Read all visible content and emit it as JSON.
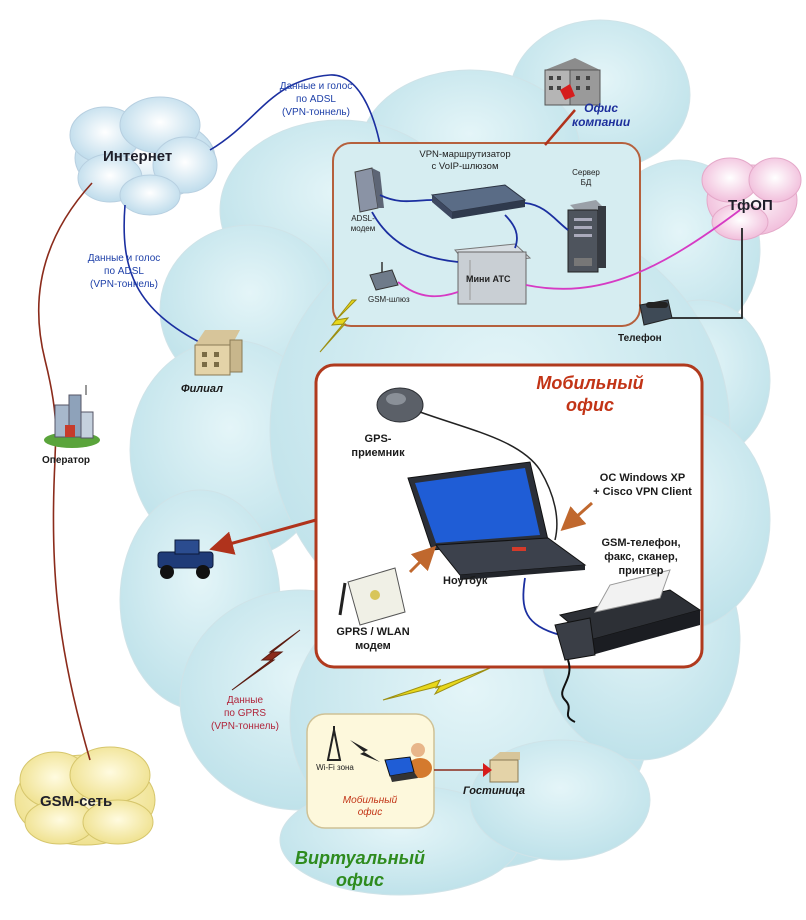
{
  "clouds": {
    "internet": "Интернет",
    "gsm_network": "GSM-сеть",
    "pstn": "ТфОП",
    "virtual_office": [
      "Виртуальный",
      "офис"
    ]
  },
  "notes": {
    "adsl_top": [
      "Данные и голос",
      "по ADSL",
      "(VPN-тоннель)"
    ],
    "adsl_left": [
      "Данные и голос",
      "по ADSL",
      "(VPN-тоннель)"
    ],
    "gprs": [
      "Данные",
      "по GPRS",
      "(VPN-тоннель)"
    ]
  },
  "company_office": {
    "title": [
      "Офис",
      "компании"
    ],
    "router": [
      "VPN-маршрутизатор",
      "с  VoIP-шлюзом"
    ],
    "adsl_modem": [
      "ADSL-",
      "модем"
    ],
    "db_server": [
      "Сервер",
      "БД"
    ],
    "mini_pbx": "Мини АТС",
    "gsm_gateway": "GSM-шлюз"
  },
  "nodes": {
    "branch": "Филиал",
    "operator": "Оператор",
    "phone": "Телефон",
    "hotel": "Гостиница"
  },
  "mobile_office": {
    "title": [
      "Мобильный",
      "офис"
    ],
    "gps": [
      "GPS-",
      "приемник"
    ],
    "os": [
      "ОС Windows XP",
      "+ Cisco VPN Client"
    ],
    "gsm_phone": [
      "GSM-телефон,",
      "факс, сканер,",
      "принтер"
    ],
    "laptop": "Ноутбук",
    "modem": [
      "GPRS / WLAN",
      "модем"
    ]
  },
  "small_office": {
    "wifi": "Wi-Fi зона",
    "title": [
      "Мобильный",
      "офис"
    ]
  },
  "colors": {
    "cloud": "#cfe9ef",
    "office_border": "#b5603d",
    "mobile_border": "#b03a1e",
    "line_blue": "#1b2fa0",
    "line_magenta": "#d63bc4",
    "line_brown": "#8b2b1b",
    "virtual_green": "#2e8b1e",
    "lightning": "#e8d81c"
  }
}
